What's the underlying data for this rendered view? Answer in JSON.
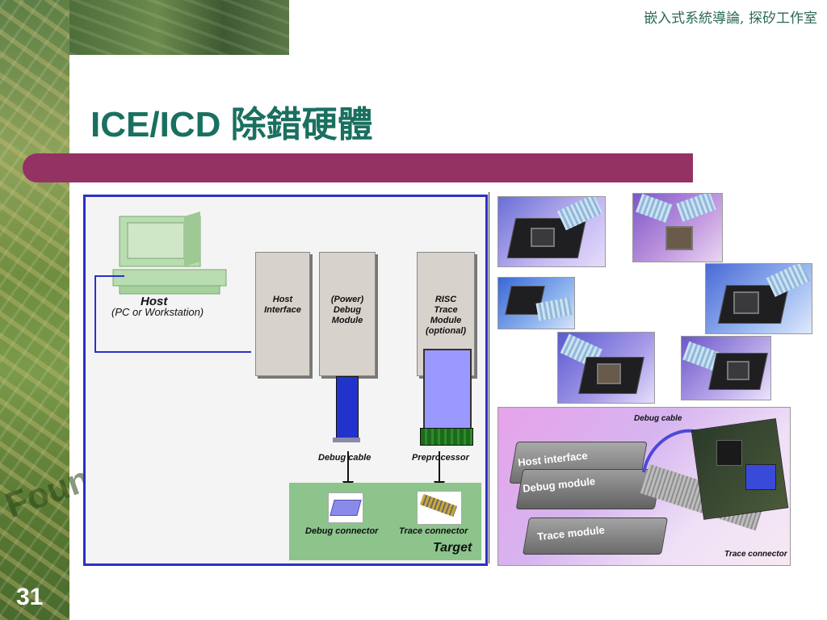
{
  "header": {
    "text": "嵌入式系統導論, 探矽工作室"
  },
  "title": {
    "text": "ICE/ICD 除錯硬體"
  },
  "slide_number": "31",
  "background": {
    "text": "Foun Em"
  },
  "diagram": {
    "host": {
      "title": "Host",
      "subtitle": "(PC or Workstation)"
    },
    "modules": [
      {
        "label": "Host\nInterface"
      },
      {
        "label": "(Power)\nDebug\nModule"
      },
      {
        "label": "RISC\nTrace\nModule\n(optional)"
      }
    ],
    "debug_cable_label": "Debug cable",
    "preprocessor_label": "Preprocessor",
    "debug_connector_label": "Debug connector",
    "trace_connector_label": "Trace connector",
    "target_label": "Target"
  },
  "photo": {
    "debug_cable": "Debug cable",
    "host_interface": "Host interface",
    "debug_module": "Debug module",
    "trace_module": "Trace module",
    "trace_connector": "Trace connector"
  },
  "colors": {
    "title": "#1a7060",
    "title_bar": "#943264",
    "diagram_border": "#2b30c8",
    "target_area": "#8cc48c",
    "debug_cable": "#2233cc",
    "trace_module": "#9999ff"
  }
}
